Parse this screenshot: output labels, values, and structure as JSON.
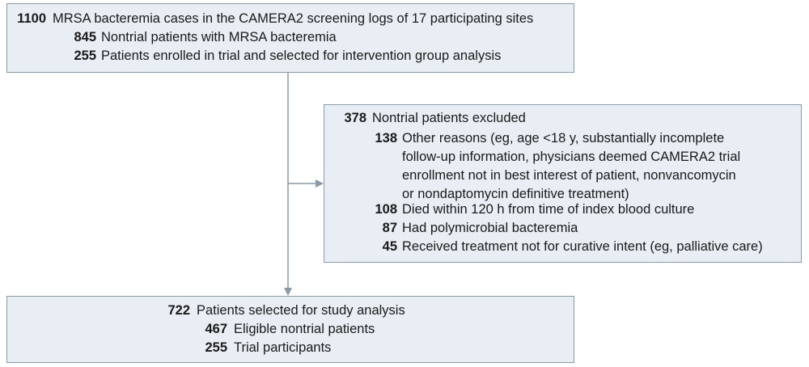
{
  "top_box": {
    "lines": [
      {
        "number": "1100",
        "text": "MRSA bacteremia cases in the CAMERA2 screening logs of 17 participating sites"
      },
      {
        "number": "845",
        "text": "Nontrial patients with MRSA bacteremia"
      },
      {
        "number": "255",
        "text": "Patients enrolled in trial and selected for intervention group analysis"
      }
    ]
  },
  "excluded_box": {
    "header": {
      "number": "378",
      "text": "Nontrial patients excluded"
    },
    "items": [
      {
        "number": "138",
        "lines": [
          "Other reasons (eg, age <18 y, substantially incomplete",
          "follow-up information, physicians deemed CAMERA2 trial",
          "enrollment not in best interest of patient, nonvancomycin",
          "or nondaptomycin  definitive treatment)"
        ]
      },
      {
        "number": "108",
        "text": "Died within 120 h from time of index blood culture"
      },
      {
        "number": "87",
        "text": "Had polymicrobial bacteremia"
      },
      {
        "number": "45",
        "text": "Received treatment not for curative intent (eg, palliative care)"
      }
    ]
  },
  "bottom_box": {
    "lines": [
      {
        "number": "722",
        "text": "Patients selected for study analysis"
      },
      {
        "number": "467",
        "text": "Eligible nontrial patients"
      },
      {
        "number": "255",
        "text": "Trial participants"
      }
    ]
  },
  "colors": {
    "box_fill": "#e8eef3",
    "box_border": "#8a9aa6",
    "connector": "#8a9aa6"
  }
}
